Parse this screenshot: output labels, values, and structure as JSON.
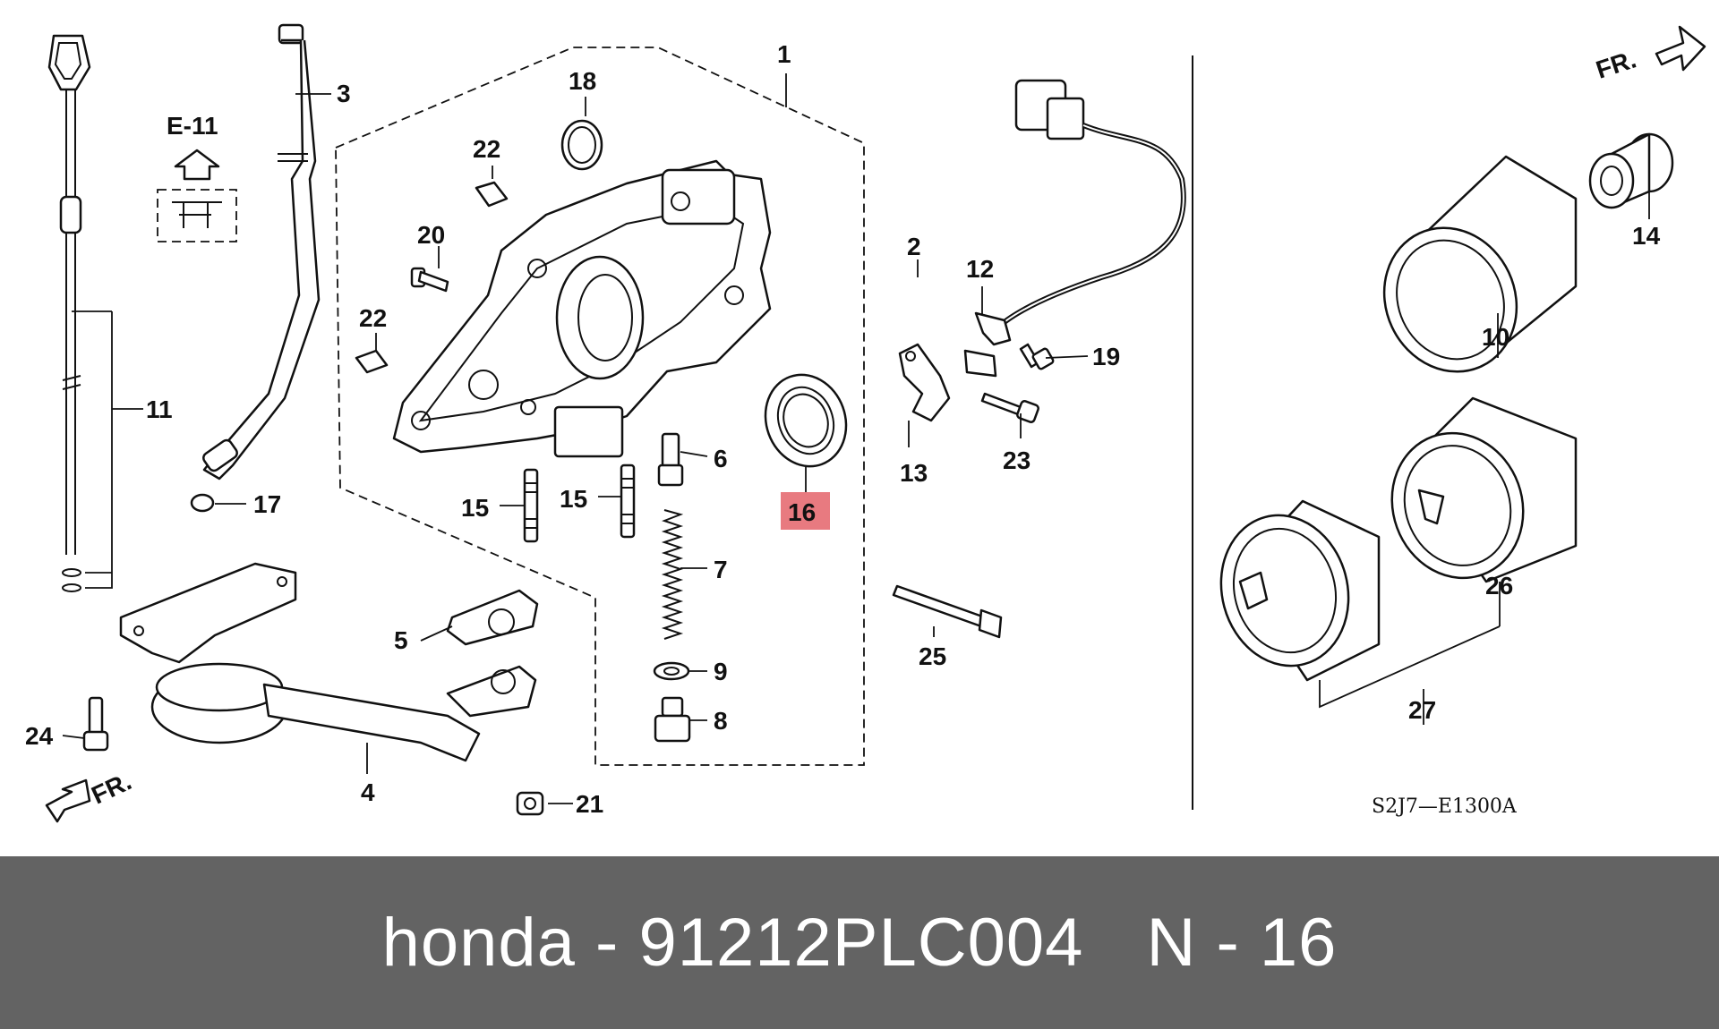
{
  "diagram": {
    "section_code": "E-11",
    "front_label": "FR.",
    "drawing_code": "S2J7—E1300A",
    "highlight_color": "#e87a80",
    "highlighted_callout": "16",
    "callouts": {
      "c1": "1",
      "c2": "2",
      "c3": "3",
      "c4": "4",
      "c5": "5",
      "c6": "6",
      "c7": "7",
      "c8": "8",
      "c9": "9",
      "c10": "10",
      "c11": "11",
      "c12": "12",
      "c13": "13",
      "c14": "14",
      "c15a": "15",
      "c15b": "15",
      "c16": "16",
      "c17": "17",
      "c18": "18",
      "c19": "19",
      "c20": "20",
      "c21": "21",
      "c22a": "22",
      "c22b": "22",
      "c23": "23",
      "c24": "24",
      "c25": "25",
      "c26": "26",
      "c27": "27"
    }
  },
  "footer": {
    "title": "honda - 91212PLC004",
    "position": "N - 16"
  }
}
